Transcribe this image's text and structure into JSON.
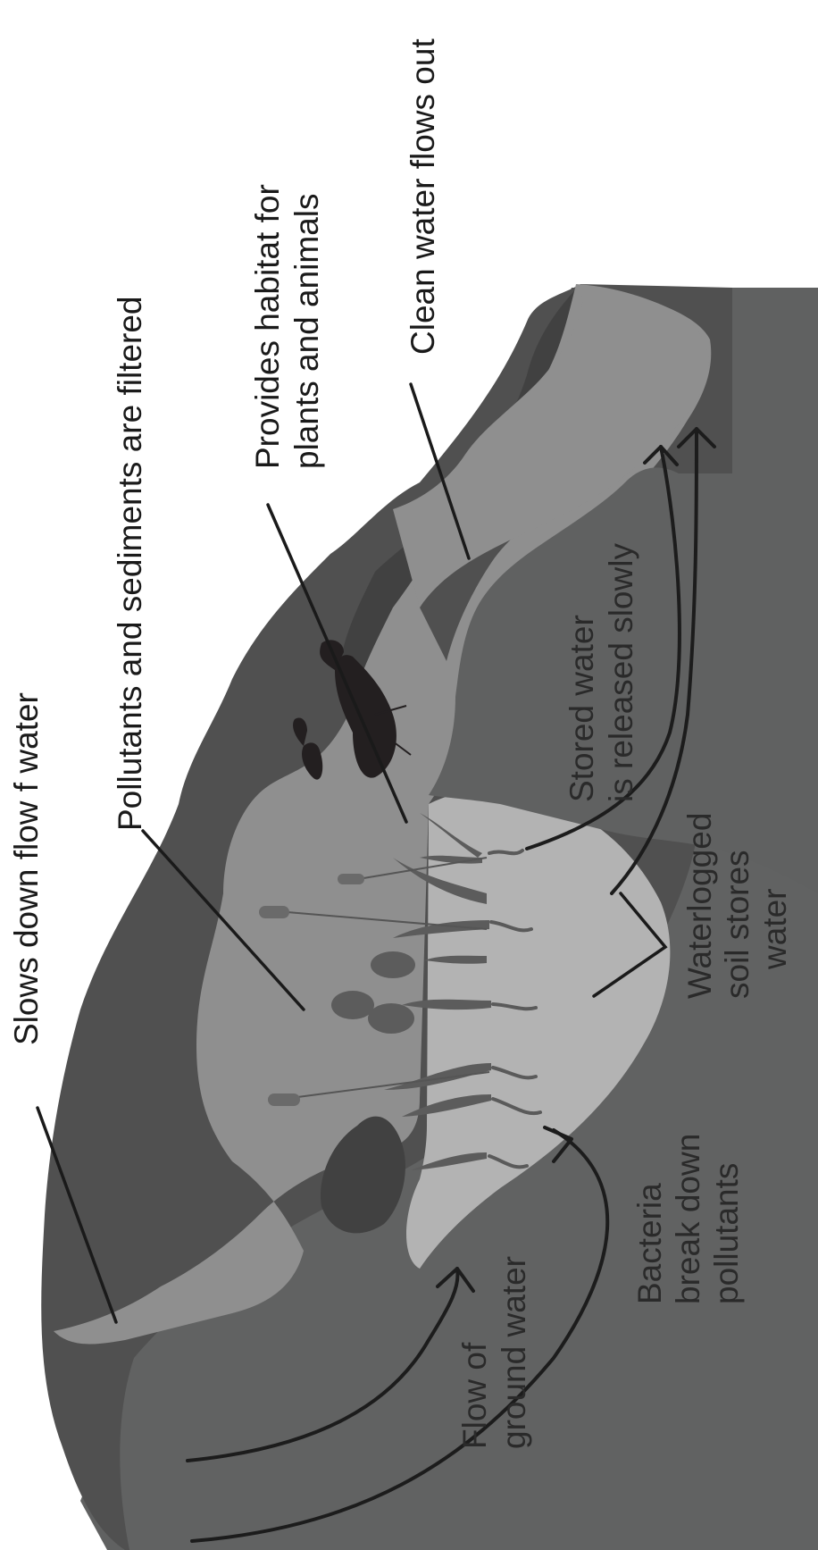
{
  "labels": {
    "slows_flow": "Slows down flow f water",
    "pollutants": "Pollutants and sediments are filtered",
    "habitat_line1": "Provides habitat for",
    "habitat_line2": "plants and animals",
    "clean_water": "Clean water flows out",
    "stored_line1": "Stored water",
    "stored_line2": "is released slowly",
    "waterlogged_line1": "Waterlogged",
    "waterlogged_line2": "soil stores",
    "waterlogged_line3": "water",
    "bacteria_line1": "Bacteria",
    "bacteria_line2": "break down",
    "bacteria_line3": "pollutants",
    "groundwater_line1": "Flow of",
    "groundwater_line2": "ground water"
  },
  "colors": {
    "bedrock": "#606161",
    "land_dark": "#505050",
    "land_mid": "#414141",
    "water": "#8f8f8f",
    "soil_light": "#b3b3b3",
    "text": "#1a1a1a"
  }
}
